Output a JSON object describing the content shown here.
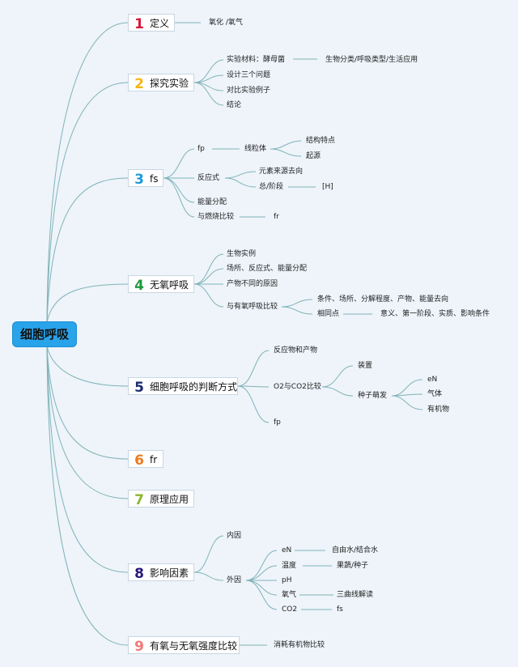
{
  "root": {
    "label": "细胞呼吸"
  },
  "topics": [
    {
      "num": "1",
      "label": "定义",
      "color": "#d6193a"
    },
    {
      "num": "2",
      "label": "探究实验",
      "color": "#f5b514"
    },
    {
      "num": "3",
      "label": "fs",
      "color": "#1e9bd7"
    },
    {
      "num": "4",
      "label": "无氧呼吸",
      "color": "#1f9a3e"
    },
    {
      "num": "5",
      "label": "细胞呼吸的判断方式",
      "color": "#1b2b6e"
    },
    {
      "num": "6",
      "label": "fr",
      "color": "#ee7a1e"
    },
    {
      "num": "7",
      "label": "原理应用",
      "color": "#8cb532"
    },
    {
      "num": "8",
      "label": "影响因素",
      "color": "#26197a"
    },
    {
      "num": "9",
      "label": "有氧与无氧强度比较",
      "color": "#f07a7a"
    }
  ],
  "leaves": {
    "t1": [
      "氧化 /氧气"
    ],
    "t2": [
      "实验材料：酵母菌",
      "生物分类/呼吸类型/生活应用",
      "设计三个问题",
      "对比实验例子",
      "结论"
    ],
    "t3": [
      "fp",
      "线粒体",
      "结构特点",
      "起源",
      "反应式",
      "元素来源去向",
      "总/阶段",
      "[H]",
      "能量分配",
      "与燃烧比较",
      "fr"
    ],
    "t4": [
      "生物实例",
      "场所、反应式、能量分配",
      "产物不同的原因",
      "与有氧呼吸比较",
      "条件、场所、分解程度、产物、能量去向",
      "相同点",
      "意义、第一阶段、实质、影响条件"
    ],
    "t5": [
      "反应物和产物",
      "O2与CO2比较",
      "装置",
      "种子萌发",
      "eN",
      "气体",
      "有机物",
      "fp"
    ],
    "t8": [
      "内因",
      "外因",
      "eN",
      "自由水/结合水",
      "温度",
      "果蔬/种子",
      "pH",
      "氧气",
      "三曲线解读",
      "CO2",
      "fs"
    ],
    "t9": [
      "消耗有机物比较"
    ]
  }
}
